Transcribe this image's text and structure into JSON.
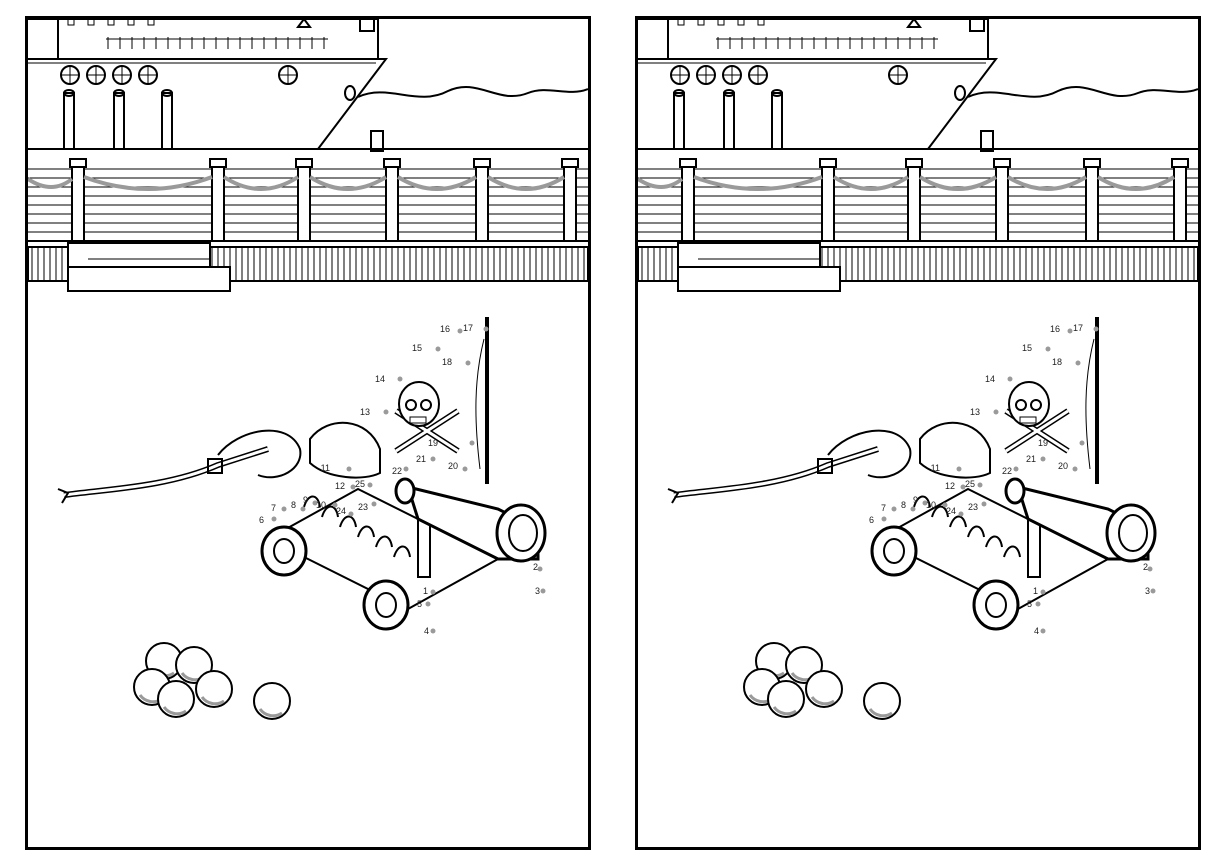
{
  "puzzle": {
    "type": "spot-the-difference",
    "panels": [
      "left",
      "right"
    ],
    "dot_labels": [
      "1",
      "2",
      "3",
      "4",
      "5",
      "6",
      "7",
      "8",
      "9",
      "10",
      "11",
      "12",
      "13",
      "14",
      "15",
      "16",
      "17",
      "18",
      "19",
      "20",
      "21",
      "22",
      "23",
      "24",
      "25"
    ]
  },
  "colors": {
    "line": "#000000",
    "gray": "#9a9a9a",
    "light_gray": "#d0d0d0",
    "background": "#ffffff"
  }
}
